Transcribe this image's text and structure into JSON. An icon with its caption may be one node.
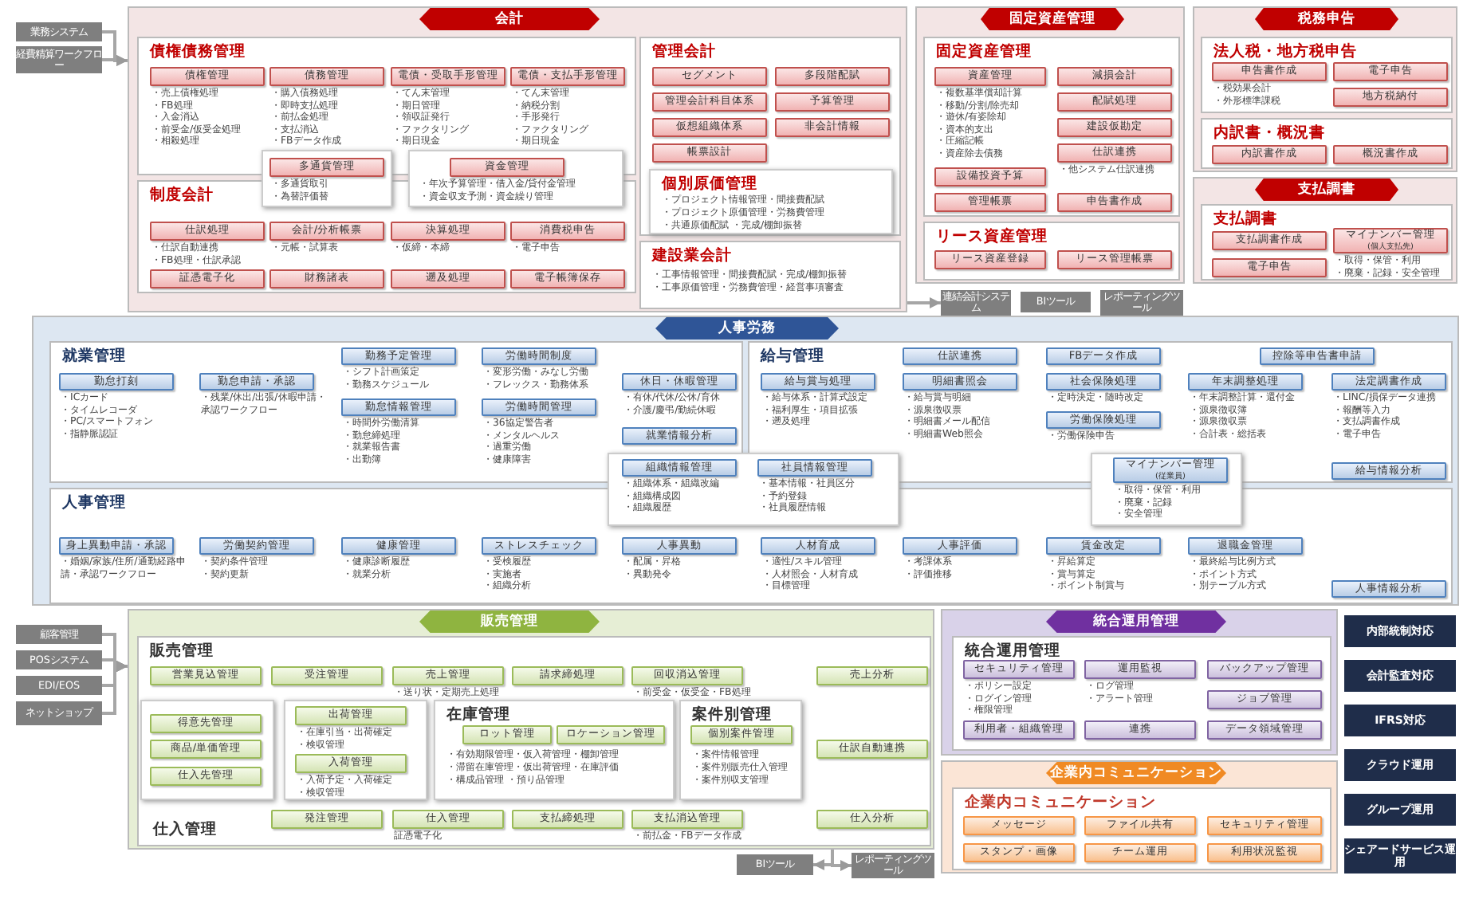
{
  "diagram": {
    "nodes": [
      {
        "text": [
          "会計"
        ]
      },
      {
        "text": [
          "債権債務管理"
        ],
        "in": 0
      },
      {
        "text": [
          "債権管理"
        ],
        "in": 1,
        "beside": [
          "・売上債権処理",
          "・FB処理",
          "・入金消込",
          "・前受金/仮受金処理",
          "・相殺処理"
        ]
      },
      {
        "text": [
          "債務管理"
        ],
        "in": 1,
        "beside": [
          "・購入債務処理",
          "・即時支払処理",
          "・前払金処理",
          "・支払消込",
          "・FBデータ作成"
        ]
      },
      {
        "text": [
          "電債・受取手形管理"
        ],
        "in": 1,
        "beside": [
          "・てん末管理",
          "・期日管理",
          "・領収証発行",
          "・ファクタリング",
          "・期日現金"
        ]
      },
      {
        "text": [
          "電債・支払手形管理"
        ],
        "in": 1,
        "beside": [
          "・てん末管理",
          "・納税分割",
          "・手形発行",
          "・ファクタリング",
          "・期日現金"
        ]
      },
      {
        "text": [
          "多通貨管理"
        ],
        "in": 1,
        "beside": [
          "・多通貨取引",
          "・為替評価替"
        ]
      },
      {
        "text": [
          "資金管理"
        ],
        "in": 1,
        "beside": [
          "・年次予算管理・借入金/貸付金管理",
          "・資金収支予測・資金繰り管理"
        ]
      },
      {
        "text": [
          "制度会計"
        ],
        "in": 0
      },
      {
        "text": [
          "仕訳処理"
        ],
        "in": 8,
        "beside": [
          "・仕訳自動連携",
          "・FB処理・仕訳承認"
        ]
      },
      {
        "text": [
          "会計/分析帳票"
        ],
        "in": 8,
        "beside": [
          "・元帳・試算表"
        ]
      },
      {
        "text": [
          "決算処理"
        ],
        "in": 8,
        "beside": [
          "・仮締・本締"
        ]
      },
      {
        "text": [
          "消費税申告"
        ],
        "in": 8,
        "beside": [
          "・電子申告"
        ]
      },
      {
        "text": [
          "証憑電子化"
        ],
        "in": 8
      },
      {
        "text": [
          "財務諸表"
        ],
        "in": 8
      },
      {
        "text": [
          "遡及処理"
        ],
        "in": 8
      },
      {
        "text": [
          "電子帳簿保存"
        ],
        "in": 8
      },
      {
        "text": [
          "管理会計"
        ],
        "in": 0
      },
      {
        "text": [
          "セグメント"
        ],
        "in": 17
      },
      {
        "text": [
          "多段階配賦"
        ],
        "in": 17
      },
      {
        "text": [
          "管理会計科目体系"
        ],
        "in": 17
      },
      {
        "text": [
          "予算管理"
        ],
        "in": 17
      },
      {
        "text": [
          "仮想組織体系"
        ],
        "in": 17
      },
      {
        "text": [
          "非会計情報"
        ],
        "in": 17
      },
      {
        "text": [
          "帳票設計"
        ],
        "in": 17
      },
      {
        "text": [
          "個別原価管理",
          "・プロジェクト情報管理・間接費配賦",
          "・プロジェクト原価管理・労務費管理",
          "・共通原価配賦 ・完成/棚卸振替"
        ],
        "in": 17
      },
      {
        "text": [
          "建設業会計",
          "・工事情報管理・間接費配賦・完成/棚卸振替",
          "・工事原価管理・労務費管理・経営事項審査"
        ],
        "in": 0
      },
      {
        "text": [
          "業務システム"
        ]
      },
      {
        "text": [
          "経費精算ワークフロー"
        ]
      },
      {
        "text": [
          "連結会計システム"
        ]
      },
      {
        "text": [
          "BIツール"
        ]
      },
      {
        "text": [
          "レポーティングツール"
        ]
      },
      {
        "text": [
          "固定資産管理"
        ]
      },
      {
        "text": [
          "固定資産管理"
        ],
        "in": 32
      },
      {
        "text": [
          "資産管理"
        ],
        "in": 33,
        "beside": [
          "・複数基準償却計算",
          "・移動/分割/除売却",
          "・遊休/有姿除却",
          "・資本的支出",
          "・圧縮記帳",
          "・資産除去債務"
        ]
      },
      {
        "text": [
          "減損会計"
        ],
        "in": 33
      },
      {
        "text": [
          "配賦処理"
        ],
        "in": 33
      },
      {
        "text": [
          "建設仮勘定"
        ],
        "in": 33
      },
      {
        "text": [
          "仕訳連携"
        ],
        "in": 33,
        "beside": [
          "・他システム仕訳連携"
        ]
      },
      {
        "text": [
          "設備投資予算"
        ],
        "in": 33
      },
      {
        "text": [
          "管理帳票"
        ],
        "in": 33
      },
      {
        "text": [
          "申告書作成"
        ],
        "in": 33
      },
      {
        "text": [
          "リース資産管理"
        ],
        "in": 32
      },
      {
        "text": [
          "リース資産登録"
        ],
        "in": 42
      },
      {
        "text": [
          "リース管理帳票"
        ],
        "in": 42
      },
      {
        "text": [
          "税務申告"
        ]
      },
      {
        "text": [
          "法人税・地方税申告"
        ],
        "in": 45
      },
      {
        "text": [
          "申告書作成"
        ],
        "in": 46,
        "beside": [
          "・税効果会計",
          "・外形標準課税"
        ]
      },
      {
        "text": [
          "電子申告"
        ],
        "in": 46
      },
      {
        "text": [
          "地方税納付"
        ],
        "in": 46
      },
      {
        "text": [
          "内訳書・概況書"
        ],
        "in": 45
      },
      {
        "text": [
          "内訳書作成"
        ],
        "in": 50
      },
      {
        "text": [
          "概況書作成"
        ],
        "in": 50
      },
      {
        "text": [
          "支払調書"
        ]
      },
      {
        "text": [
          "支払調書"
        ],
        "in": 53
      },
      {
        "text": [
          "支払調書作成"
        ],
        "in": 54
      },
      {
        "text": [
          "マイナンバー管理",
          "(個人支払先)"
        ],
        "in": 54,
        "beside": [
          "・取得・保管・利用",
          "・廃棄・記録・安全管理"
        ]
      },
      {
        "text": [
          "電子申告"
        ],
        "in": 54
      },
      {
        "text": [
          "人事労務"
        ]
      },
      {
        "text": [
          "就業管理"
        ],
        "in": 58
      },
      {
        "text": [
          "勤怠打刻"
        ],
        "in": 59,
        "beside": [
          "・ICカード",
          "・タイムレコーダ",
          "・PC/スマートフォン",
          "・指静脈認証"
        ]
      },
      {
        "text": [
          "勤怠申請・承認"
        ],
        "in": 59,
        "beside": [
          "・残業/休出/出張/休暇申請・承認ワークフロー"
        ]
      },
      {
        "text": [
          "勤務予定管理"
        ],
        "in": 59,
        "beside": [
          "・シフト計画策定",
          "・勤務スケジュール"
        ]
      },
      {
        "text": [
          "勤怠情報管理"
        ],
        "in": 59,
        "beside": [
          "・時間外労働清算",
          "・勤怠締処理",
          "・就業報告書",
          "・出勤簿"
        ]
      },
      {
        "text": [
          "労働時間制度"
        ],
        "in": 59,
        "beside": [
          "・変形労働・みなし労働",
          "・フレックス・勤務体系"
        ]
      },
      {
        "text": [
          "労働時間管理"
        ],
        "in": 59,
        "beside": [
          "・36協定警告者",
          "・メンタルヘルス",
          "・過重労働",
          "・健康障害"
        ]
      },
      {
        "text": [
          "休日・休暇管理"
        ],
        "in": 59,
        "beside": [
          "・有休/代休/公休/育休",
          "・介護/慶弔/勤続休暇"
        ]
      },
      {
        "text": [
          "就業情報分析"
        ],
        "in": 59
      },
      {
        "text": [
          "人事管理"
        ],
        "in": 58
      },
      {
        "text": [
          "身上異動申請・承認"
        ],
        "in": 68,
        "beside": [
          "・婚姻/家族/住所/通勤経路申請・承認ワークフロー"
        ]
      },
      {
        "text": [
          "労働契約管理"
        ],
        "in": 68,
        "beside": [
          "・契約条件管理",
          "・契約更新"
        ]
      },
      {
        "text": [
          "健康管理"
        ],
        "in": 68,
        "beside": [
          "・健康診断履歴",
          "・就業分析"
        ]
      },
      {
        "text": [
          "ストレスチェック"
        ],
        "in": 68,
        "beside": [
          "・受検履歴",
          "・実施者",
          "・組織分析"
        ]
      },
      {
        "text": [
          "人事異動"
        ],
        "in": 68,
        "beside": [
          "・配属・昇格",
          "・異動発令"
        ]
      },
      {
        "text": [
          "人材育成"
        ],
        "in": 68,
        "beside": [
          "・適性/スキル管理",
          "・人材照会・人材育成",
          "・目標管理"
        ]
      },
      {
        "text": [
          "人事評価"
        ],
        "in": 68,
        "beside": [
          "・考課体系",
          "・評価推移"
        ]
      },
      {
        "text": [
          "賃金改定"
        ],
        "in": 68,
        "beside": [
          "・昇給算定",
          "・賞与算定",
          "・ポイント制賞与"
        ]
      },
      {
        "text": [
          "退職金管理"
        ],
        "in": 68,
        "beside": [
          "・最終給与比例方式",
          "・ポイント方式",
          "・別テーブル方式"
        ]
      },
      {
        "text": [
          "人事情報分析"
        ],
        "in": 68
      },
      {
        "text": [
          "給与管理"
        ],
        "in": 58
      },
      {
        "text": [
          "仕訳連携"
        ],
        "in": 79
      },
      {
        "text": [
          "FBデータ作成"
        ],
        "in": 79
      },
      {
        "text": [
          "控除等申告書申請"
        ],
        "in": 79
      },
      {
        "text": [
          "給与賞与処理"
        ],
        "in": 79,
        "beside": [
          "・給与体系・計算式設定",
          "・福利厚生・項目拡張",
          "・遡及処理"
        ]
      },
      {
        "text": [
          "明細書照会"
        ],
        "in": 79,
        "beside": [
          "・給与賞与明細",
          "・源泉徴収票",
          "・明細書メール配信",
          "・明細書Web照会"
        ]
      },
      {
        "text": [
          "社会保険処理"
        ],
        "in": 79,
        "beside": [
          "・定時決定・随時改定"
        ]
      },
      {
        "text": [
          "労働保険処理"
        ],
        "in": 79,
        "beside": [
          "・労働保険申告"
        ]
      },
      {
        "text": [
          "年末調整処理"
        ],
        "in": 79,
        "beside": [
          "・年末調整計算・還付金",
          "・源泉徴収簿",
          "・源泉徴収票",
          "・合計表・総括表"
        ]
      },
      {
        "text": [
          "法定調書作成"
        ],
        "in": 79,
        "beside": [
          "・LINC/損保データ連携",
          "・報酬等入力",
          "・支払調書作成",
          "・電子申告"
        ]
      },
      {
        "text": [
          "給与情報分析"
        ],
        "in": 79
      },
      {
        "text": [
          "組織情報管理"
        ],
        "in": 59,
        "beside": [
          "・組織体系・組織改編",
          "・組織構成図",
          "・組織履歴"
        ]
      },
      {
        "text": [
          "社員情報管理"
        ],
        "in": 79,
        "beside": [
          "・基本情報・社員区分",
          "・予約登録",
          "・社員履歴情報"
        ]
      },
      {
        "text": [
          "マイナンバー管理",
          "(従業員)"
        ],
        "in": 79,
        "beside": [
          "・取得・保管・利用",
          "・廃棄・記録",
          "・安全管理"
        ]
      },
      {
        "text": [
          "販売管理"
        ]
      },
      {
        "text": [
          "販売管理",
          "仕入管理"
        ],
        "in": 93
      },
      {
        "text": [
          "営業見込管理"
        ],
        "in": 94
      },
      {
        "text": [
          "受注管理"
        ],
        "in": 94
      },
      {
        "text": [
          "売上管理"
        ],
        "in": 94,
        "beside": [
          "・送り状・定期売上処理"
        ]
      },
      {
        "text": [
          "請求締処理"
        ],
        "in": 94
      },
      {
        "text": [
          "回収消込管理"
        ],
        "in": 94,
        "beside": [
          "・前受金・仮受金・FB処理"
        ]
      },
      {
        "text": [
          "売上分析"
        ],
        "in": 94
      },
      {
        "text": [
          "得意先管理"
        ],
        "in": 94
      },
      {
        "text": [
          "商品/単価管理"
        ],
        "in": 94
      },
      {
        "text": [
          "仕入先管理"
        ],
        "in": 94
      },
      {
        "text": [
          "出荷管理"
        ],
        "in": 94,
        "beside": [
          "・在庫引当・出荷確定",
          "・検収管理"
        ]
      },
      {
        "text": [
          "入荷管理"
        ],
        "in": 94,
        "beside": [
          "・入荷予定・入荷確定",
          "・検収管理"
        ]
      },
      {
        "text": [
          "在庫管理",
          "・有効期限管理・仮入荷管理・棚卸管理",
          "・滞留在庫管理・仮出荷管理・在庫評価",
          "・構成品管理 ・預り品管理"
        ],
        "in": 94
      },
      {
        "text": [
          "ロット管理"
        ],
        "in": 106
      },
      {
        "text": [
          "ロケーション管理"
        ],
        "in": 106
      },
      {
        "text": [
          "案件別管理",
          "・案件情報管理",
          "・案件別販売仕入管理",
          "・案件別収支管理"
        ],
        "in": 94
      },
      {
        "text": [
          "個別案件管理"
        ],
        "in": 109
      },
      {
        "text": [
          "仕訳自動連携"
        ],
        "in": 94
      },
      {
        "text": [
          "発注管理"
        ],
        "in": 94
      },
      {
        "text": [
          "仕入管理"
        ],
        "in": 94,
        "beside": [
          "証憑電子化"
        ]
      },
      {
        "text": [
          "支払締処理"
        ],
        "in": 94
      },
      {
        "text": [
          "支払消込管理"
        ],
        "in": 94,
        "beside": [
          "・前払金・FBデータ作成"
        ]
      },
      {
        "text": [
          "仕入分析"
        ],
        "in": 94
      },
      {
        "text": [
          "顧客管理"
        ]
      },
      {
        "text": [
          "POSシステム"
        ]
      },
      {
        "text": [
          "EDI/EOS"
        ]
      },
      {
        "text": [
          "ネットショップ"
        ]
      },
      {
        "text": [
          "BIツール"
        ]
      },
      {
        "text": [
          "レポーティングツール"
        ]
      },
      {
        "text": [
          "統合運用管理"
        ]
      },
      {
        "text": [
          "統合運用管理"
        ],
        "in": 123
      },
      {
        "text": [
          "セキュリティ管理"
        ],
        "in": 124,
        "beside": [
          "・ポリシー設定",
          "・ログイン管理",
          "・権限管理"
        ]
      },
      {
        "text": [
          "運用監視"
        ],
        "in": 124,
        "beside": [
          "・ログ管理",
          "・アラート管理"
        ]
      },
      {
        "text": [
          "バックアップ管理"
        ],
        "in": 124
      },
      {
        "text": [
          "ジョブ管理"
        ],
        "in": 124
      },
      {
        "text": [
          "利用者・組織管理"
        ],
        "in": 124
      },
      {
        "text": [
          "連携"
        ],
        "in": 124
      },
      {
        "text": [
          "データ領域管理"
        ],
        "in": 124
      },
      {
        "text": [
          "企業内コミュニケーション"
        ]
      },
      {
        "text": [
          "企業内コミュニケーション"
        ],
        "in": 132
      },
      {
        "text": [
          "メッセージ"
        ],
        "in": 133
      },
      {
        "text": [
          "ファイル共有"
        ],
        "in": 133
      },
      {
        "text": [
          "セキュリティ管理"
        ],
        "in": 133
      },
      {
        "text": [
          "スタンプ・画像"
        ],
        "in": 133
      },
      {
        "text": [
          "チーム運用"
        ],
        "in": 133
      },
      {
        "text": [
          "利用状況監視"
        ],
        "in": 133
      },
      {
        "text": [
          "内部統制対応"
        ]
      },
      {
        "text": [
          "会計監査対応"
        ]
      },
      {
        "text": [
          "IFRS対応"
        ]
      },
      {
        "text": [
          "クラウド運用"
        ]
      },
      {
        "text": [
          "グループ運用"
        ]
      },
      {
        "text": [
          "シェアードサービス運用"
        ]
      }
    ],
    "edges": [
      {
        "from": 27,
        "to": 0,
        "arrow": "to"
      },
      {
        "from": 28,
        "to": 0,
        "arrow": "to"
      },
      {
        "from": 0,
        "to": 29,
        "arrow": "to"
      },
      {
        "from": 117,
        "to": 93,
        "arrow": "to"
      },
      {
        "from": 118,
        "to": 93,
        "arrow": "to"
      },
      {
        "from": 119,
        "to": 93,
        "arrow": "to"
      },
      {
        "from": 120,
        "to": 93,
        "arrow": "to"
      },
      {
        "from": 93,
        "to": 121,
        "arrow": "to"
      },
      {
        "from": 93,
        "to": 122,
        "arrow": "to"
      }
    ]
  }
}
